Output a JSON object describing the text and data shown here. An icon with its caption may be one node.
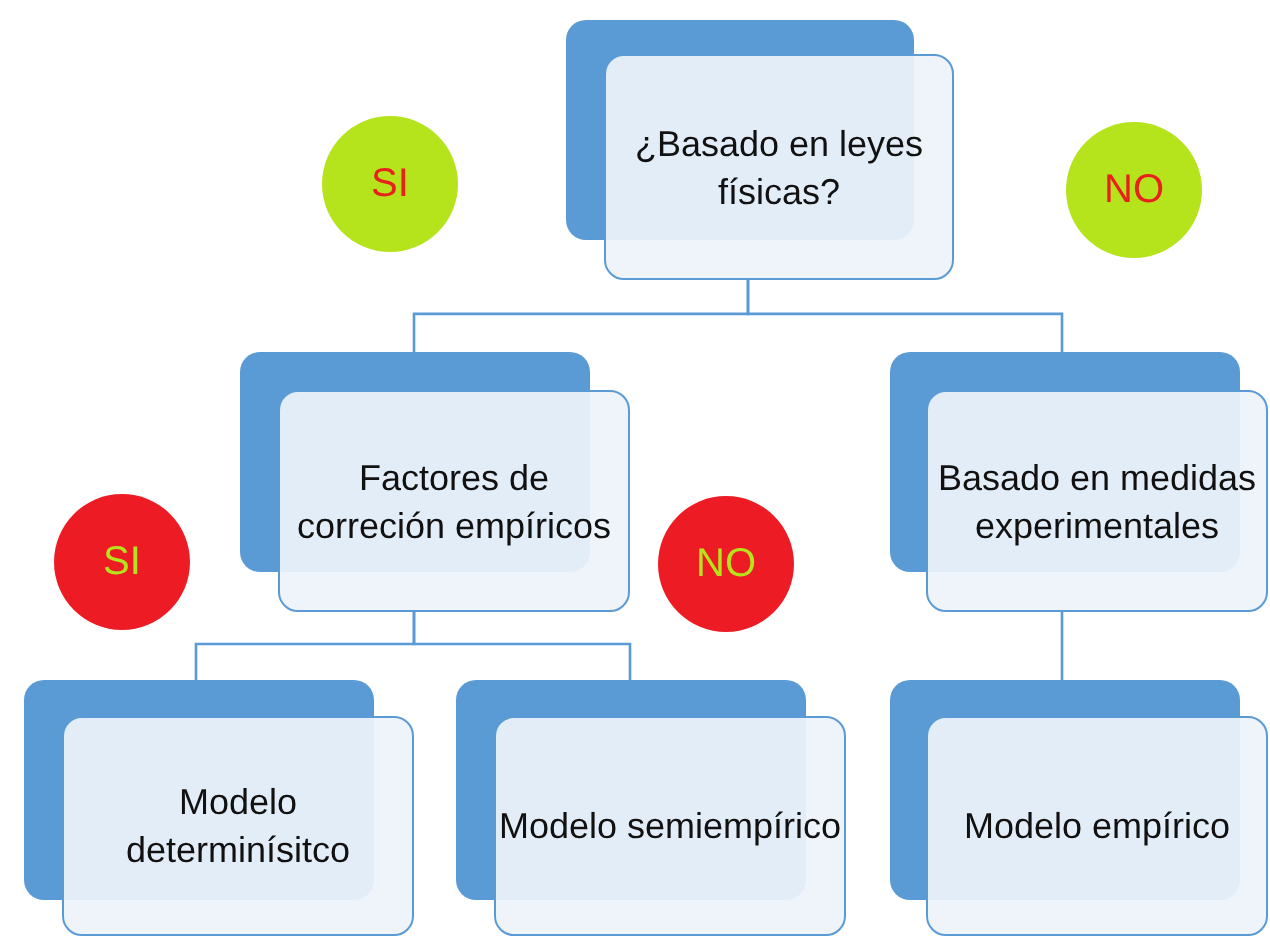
{
  "diagram": {
    "nodes": [
      {
        "text": [
          "¿Basado en leyes físicas?"
        ]
      },
      {
        "text": [
          "SI"
        ]
      },
      {
        "text": [
          "NO"
        ]
      },
      {
        "text": [
          "Factores de correción empíricos"
        ]
      },
      {
        "text": [
          "Basado en medidas experimentales"
        ]
      },
      {
        "text": [
          "SI"
        ]
      },
      {
        "text": [
          "NO"
        ]
      },
      {
        "text": [
          "Modelo determinísitco"
        ]
      },
      {
        "text": [
          "Modelo semiempírico"
        ]
      },
      {
        "text": [
          "Modelo empírico"
        ]
      }
    ],
    "edges": [
      {
        "from": 0,
        "to": 3,
        "arrow": "none"
      },
      {
        "from": 0,
        "to": 4,
        "arrow": "none"
      },
      {
        "from": 3,
        "to": 7,
        "arrow": "none"
      },
      {
        "from": 3,
        "to": 8,
        "arrow": "none"
      },
      {
        "from": 4,
        "to": 9,
        "arrow": "none"
      }
    ]
  }
}
